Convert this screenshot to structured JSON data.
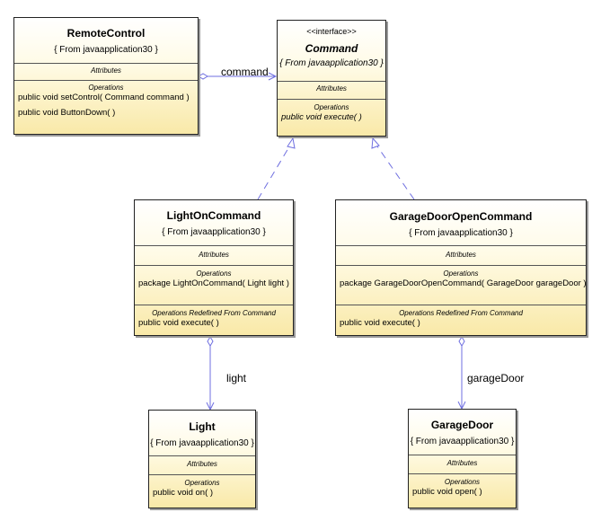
{
  "classes": {
    "remote_control": {
      "name": "RemoteControl",
      "from": "{ From javaapplication30 }",
      "attributes_title": "Attributes",
      "operations_title": "Operations",
      "operations": [
        "public void  setControl( Command command )",
        "public void  ButtonDown(  )"
      ]
    },
    "command": {
      "stereotype": "<<interface>>",
      "name": "Command",
      "from": "{ From javaapplication30 }",
      "attributes_title": "Attributes",
      "operations_title": "Operations",
      "operations": [
        "public void  execute(  )"
      ]
    },
    "light_on_command": {
      "name": "LightOnCommand",
      "from": "{ From javaapplication30 }",
      "attributes_title": "Attributes",
      "operations_title": "Operations",
      "operations": [
        "package LightOnCommand( Light light )"
      ],
      "redefined_title": "Operations Redefined From Command",
      "redefined": [
        "public void  execute(  )"
      ]
    },
    "garage_door_open_command": {
      "name": "GarageDoorOpenCommand",
      "from": "{ From javaapplication30 }",
      "attributes_title": "Attributes",
      "operations_title": "Operations",
      "operations": [
        "package GarageDoorOpenCommand( GarageDoor garageDoor )"
      ],
      "redefined_title": "Operations Redefined From Command",
      "redefined": [
        "public void  execute(  )"
      ]
    },
    "light": {
      "name": "Light",
      "from": "{ From javaapplication30 }",
      "attributes_title": "Attributes",
      "operations_title": "Operations",
      "operations": [
        "public void  on(  )"
      ]
    },
    "garage_door": {
      "name": "GarageDoor",
      "from": "{ From javaapplication30 }",
      "attributes_title": "Attributes",
      "operations_title": "Operations",
      "operations": [
        "public void  open(  )"
      ]
    }
  },
  "associations": {
    "command": "command",
    "light": "light",
    "garage_door": "garageDoor"
  },
  "colors": {
    "connector": "#6f6fe0",
    "class_fill_bottom": "#f9e9a8"
  }
}
